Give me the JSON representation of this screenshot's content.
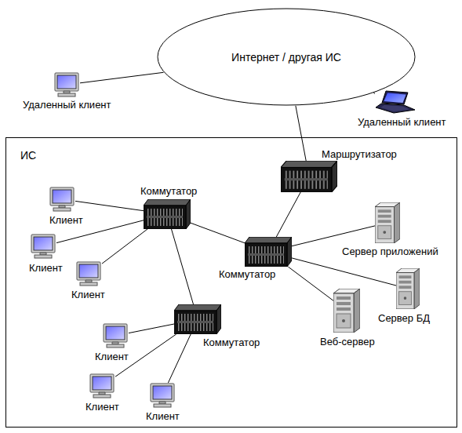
{
  "diagram": {
    "nodes": [
      {
        "text": [
          "Интернет / другая ИС"
        ]
      },
      {
        "text": [
          "Удаленный клиент"
        ]
      },
      {
        "text": [
          "Удаленный клиент"
        ]
      },
      {
        "text": [
          "ИС"
        ]
      },
      {
        "text": [
          "Маршрутизатор"
        ],
        "in": 3
      },
      {
        "text": [
          "Коммутатор"
        ],
        "in": 3
      },
      {
        "text": [
          "Клиент"
        ],
        "in": 3
      },
      {
        "text": [
          "Клиент"
        ],
        "in": 3
      },
      {
        "text": [
          "Клиент"
        ],
        "in": 3
      },
      {
        "text": [
          "Коммутатор"
        ],
        "in": 3
      },
      {
        "text": [
          "Сервер приложений"
        ],
        "in": 3
      },
      {
        "text": [
          "Сервер БД"
        ],
        "in": 3
      },
      {
        "text": [
          "Веб-сервер"
        ],
        "in": 3
      },
      {
        "text": [
          "Коммутатор"
        ],
        "in": 3
      },
      {
        "text": [
          "Клиент"
        ],
        "in": 3
      },
      {
        "text": [
          "Клиент"
        ],
        "in": 3
      },
      {
        "text": [
          "Клиент"
        ],
        "in": 3
      }
    ],
    "edges": [
      {
        "from": 1,
        "to": 0,
        "arrow": "none"
      },
      {
        "from": 2,
        "to": 0,
        "arrow": "none"
      },
      {
        "from": 0,
        "to": 4,
        "arrow": "none"
      },
      {
        "from": 4,
        "to": 9,
        "arrow": "none"
      },
      {
        "from": 5,
        "to": 9,
        "arrow": "none"
      },
      {
        "from": 5,
        "to": 6,
        "arrow": "none"
      },
      {
        "from": 5,
        "to": 7,
        "arrow": "none"
      },
      {
        "from": 5,
        "to": 8,
        "arrow": "none"
      },
      {
        "from": 5,
        "to": 13,
        "arrow": "none"
      },
      {
        "from": 13,
        "to": 14,
        "arrow": "none"
      },
      {
        "from": 13,
        "to": 15,
        "arrow": "none"
      },
      {
        "from": 13,
        "to": 16,
        "arrow": "none"
      },
      {
        "from": 9,
        "to": 10,
        "arrow": "none"
      },
      {
        "from": 9,
        "to": 11,
        "arrow": "none"
      },
      {
        "from": 9,
        "to": 12,
        "arrow": "none"
      }
    ]
  }
}
